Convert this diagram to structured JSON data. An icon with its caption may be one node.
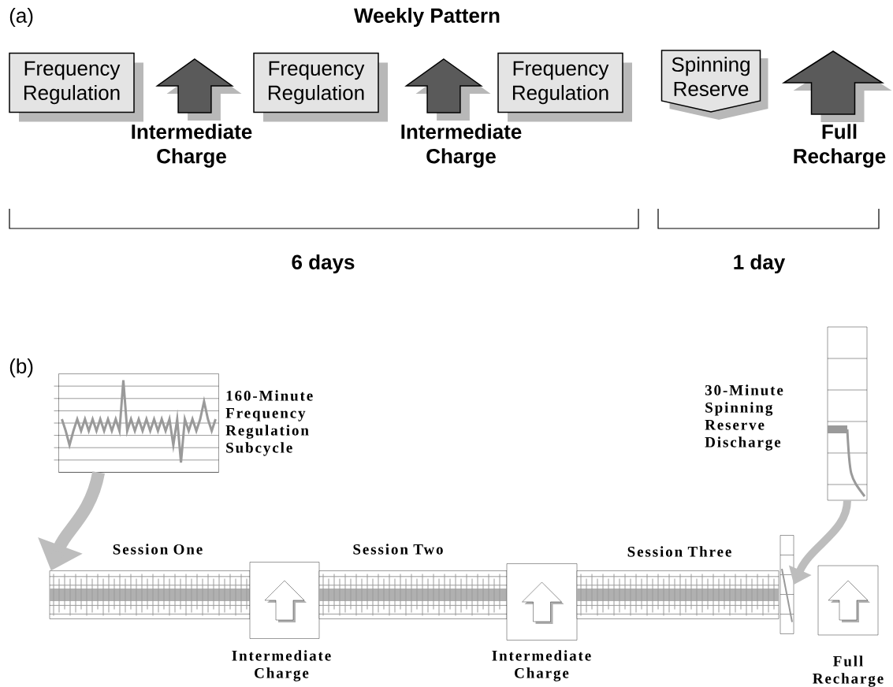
{
  "diagram": {
    "title": "Weekly Pattern",
    "nodes": [
      {
        "text": [
          "Frequency Regulation"
        ]
      },
      {
        "text": [
          "Intermediate Charge"
        ]
      },
      {
        "text": [
          "Frequency Regulation"
        ]
      },
      {
        "text": [
          "Intermediate Charge"
        ]
      },
      {
        "text": [
          "Frequency Regulation"
        ]
      },
      {
        "text": [
          "Spinning Reserve"
        ]
      },
      {
        "text": [
          "Full Recharge"
        ]
      },
      {
        "text": [],
        "shape": "chart",
        "beside": [
          "160-Minute Frequency Regulation Subcycle"
        ]
      },
      {
        "text": [],
        "shape": "chart",
        "beside": [
          "Session One"
        ]
      },
      {
        "text": [],
        "shape": "box",
        "beside": [
          "Intermediate Charge"
        ]
      },
      {
        "text": [],
        "shape": "chart",
        "beside": [
          "Session Two"
        ]
      },
      {
        "text": [],
        "shape": "box",
        "beside": [
          "Intermediate Charge"
        ]
      },
      {
        "text": [],
        "shape": "chart",
        "beside": [
          "Session Three"
        ]
      },
      {
        "text": [],
        "shape": "chart",
        "beside": [
          "30-Minute Spinning Reserve Discharge"
        ]
      },
      {
        "text": [],
        "shape": "chart"
      },
      {
        "text": [],
        "shape": "box",
        "beside": [
          "Full Recharge"
        ]
      }
    ],
    "edges": [
      {
        "from": 7,
        "to": 8,
        "arrow": "to"
      },
      {
        "from": 13,
        "to": 14,
        "arrow": "to"
      }
    ],
    "labels": [
      "(a)",
      "6 days",
      "1 day",
      "(b)"
    ]
  }
}
